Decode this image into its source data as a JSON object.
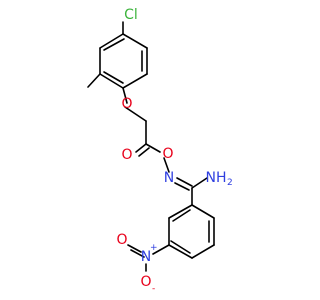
{
  "atoms": {
    "cl": "Cl",
    "o_ether": "O",
    "o_carbonyl": "O",
    "o_link": "O",
    "n_imine": "N",
    "nh2_main": "NH",
    "nh2_sub": "2",
    "n_nitro": "N",
    "n_nitro_charge": "+",
    "o_nitro_double": "O",
    "o_nitro_minus": "O",
    "o_nitro_minus_charge": "-"
  },
  "colors": {
    "chlorine": "#3cb43c",
    "oxygen": "#e8001a",
    "nitrogen": "#2f3fe0",
    "carbon": "#000000"
  }
}
